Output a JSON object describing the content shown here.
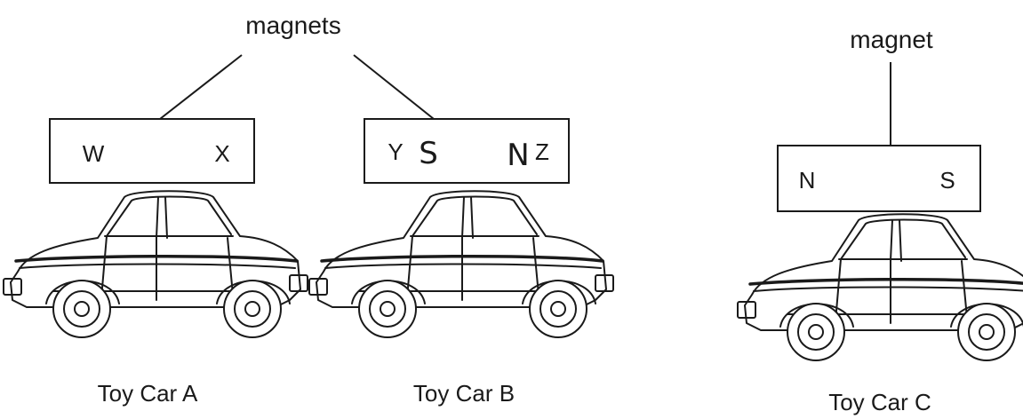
{
  "labels": {
    "magnets_group": "magnets",
    "magnet_single": "magnet"
  },
  "magnets": {
    "a": {
      "left_pole": "W",
      "right_pole": "X"
    },
    "b": {
      "left_pole": "Y",
      "right_pole": "Z",
      "handwritten_left": "S",
      "handwritten_right": "N"
    },
    "c": {
      "left_pole": "N",
      "right_pole": "S"
    }
  },
  "cars": {
    "a": {
      "caption": "Toy Car A"
    },
    "b": {
      "caption": "Toy Car B"
    },
    "c": {
      "caption": "Toy Car C"
    }
  },
  "colors": {
    "ink": "#1a1a1a",
    "background": "#ffffff"
  }
}
